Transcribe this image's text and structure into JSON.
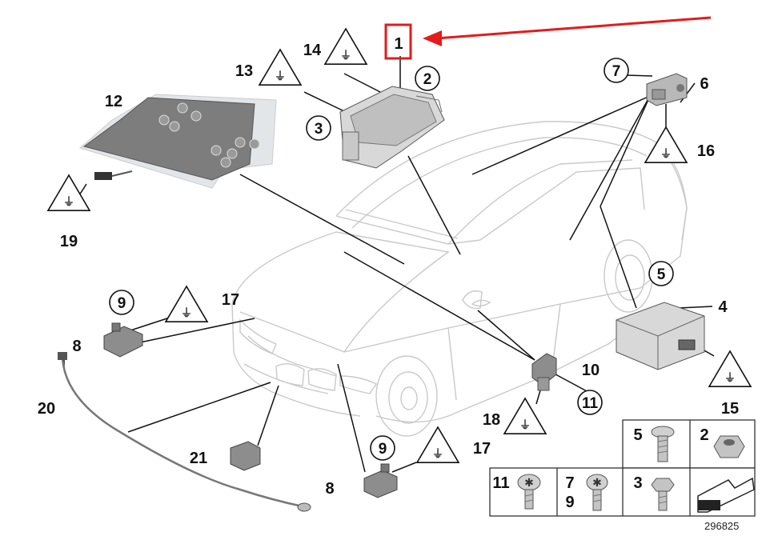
{
  "diagram": {
    "reference_number": "296825",
    "highlight": {
      "color": "#e41b1b",
      "target_label": "1"
    },
    "callouts": [
      {
        "id": "c1",
        "label": "1",
        "style": "plain",
        "highlighted": true
      },
      {
        "id": "c2",
        "label": "2",
        "style": "circle"
      },
      {
        "id": "c3",
        "label": "3",
        "style": "circle"
      },
      {
        "id": "c4",
        "label": "4",
        "style": "plain"
      },
      {
        "id": "c5",
        "label": "5",
        "style": "circle"
      },
      {
        "id": "c6",
        "label": "6",
        "style": "plain"
      },
      {
        "id": "c7",
        "label": "7",
        "style": "circle"
      },
      {
        "id": "c8a",
        "label": "8",
        "style": "plain"
      },
      {
        "id": "c8b",
        "label": "8",
        "style": "plain"
      },
      {
        "id": "c9a",
        "label": "9",
        "style": "circle"
      },
      {
        "id": "c9b",
        "label": "9",
        "style": "circle"
      },
      {
        "id": "c10",
        "label": "10",
        "style": "plain"
      },
      {
        "id": "c11",
        "label": "11",
        "style": "circle"
      },
      {
        "id": "c12",
        "label": "12",
        "style": "plain"
      },
      {
        "id": "c13",
        "label": "13",
        "style": "triangle"
      },
      {
        "id": "c14",
        "label": "14",
        "style": "triangle"
      },
      {
        "id": "c15",
        "label": "15",
        "style": "triangle"
      },
      {
        "id": "c16",
        "label": "16",
        "style": "triangle"
      },
      {
        "id": "c17a",
        "label": "17",
        "style": "triangle"
      },
      {
        "id": "c17b",
        "label": "17",
        "style": "triangle"
      },
      {
        "id": "c18",
        "label": "18",
        "style": "triangle"
      },
      {
        "id": "c19",
        "label": "19",
        "style": "triangle"
      },
      {
        "id": "c20",
        "label": "20",
        "style": "plain"
      },
      {
        "id": "c21",
        "label": "21",
        "style": "plain"
      }
    ],
    "fastener_legend": [
      {
        "labels": [
          "5"
        ],
        "fastener": "flange-screw"
      },
      {
        "labels": [
          "2"
        ],
        "fastener": "hex-nut"
      },
      {
        "labels": [
          "11"
        ],
        "fastener": "torx-screw"
      },
      {
        "labels": [
          "7",
          "9"
        ],
        "fastener": "torx-screw"
      },
      {
        "labels": [
          "3"
        ],
        "fastener": "hex-bolt"
      },
      {
        "labels": [],
        "fastener": "direction-arrow"
      }
    ],
    "connector_glyph": "⏚"
  }
}
